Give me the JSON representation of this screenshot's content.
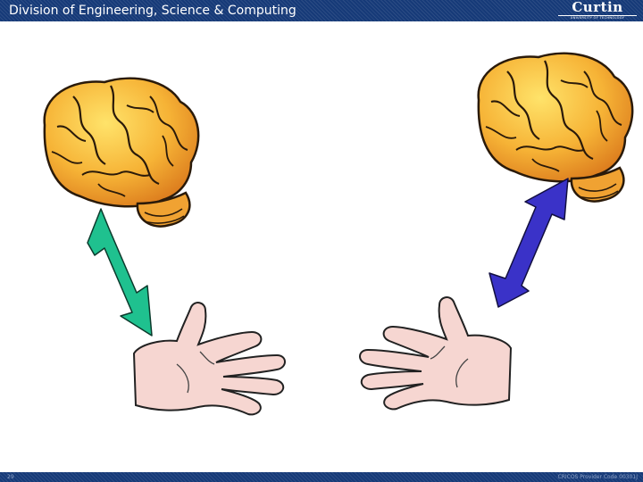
{
  "header": {
    "title": "Division of Engineering, Science & Computing",
    "logo": {
      "wordmark": "Curtin",
      "subtitle": "UNIVERSITY OF TECHNOLOGY"
    }
  },
  "footer": {
    "slide_number": "29",
    "cricos": "CRICOS Provider Code 00301J"
  },
  "colors": {
    "header_bar": "#163a78",
    "left_arrow": "#1fc18f",
    "right_arrow": "#3a32c8",
    "brain_fill": "#f2a12a",
    "hand_fill": "#f6d6d1"
  },
  "icons": [
    "brain-icon",
    "hand-icon",
    "double-arrow-icon"
  ]
}
